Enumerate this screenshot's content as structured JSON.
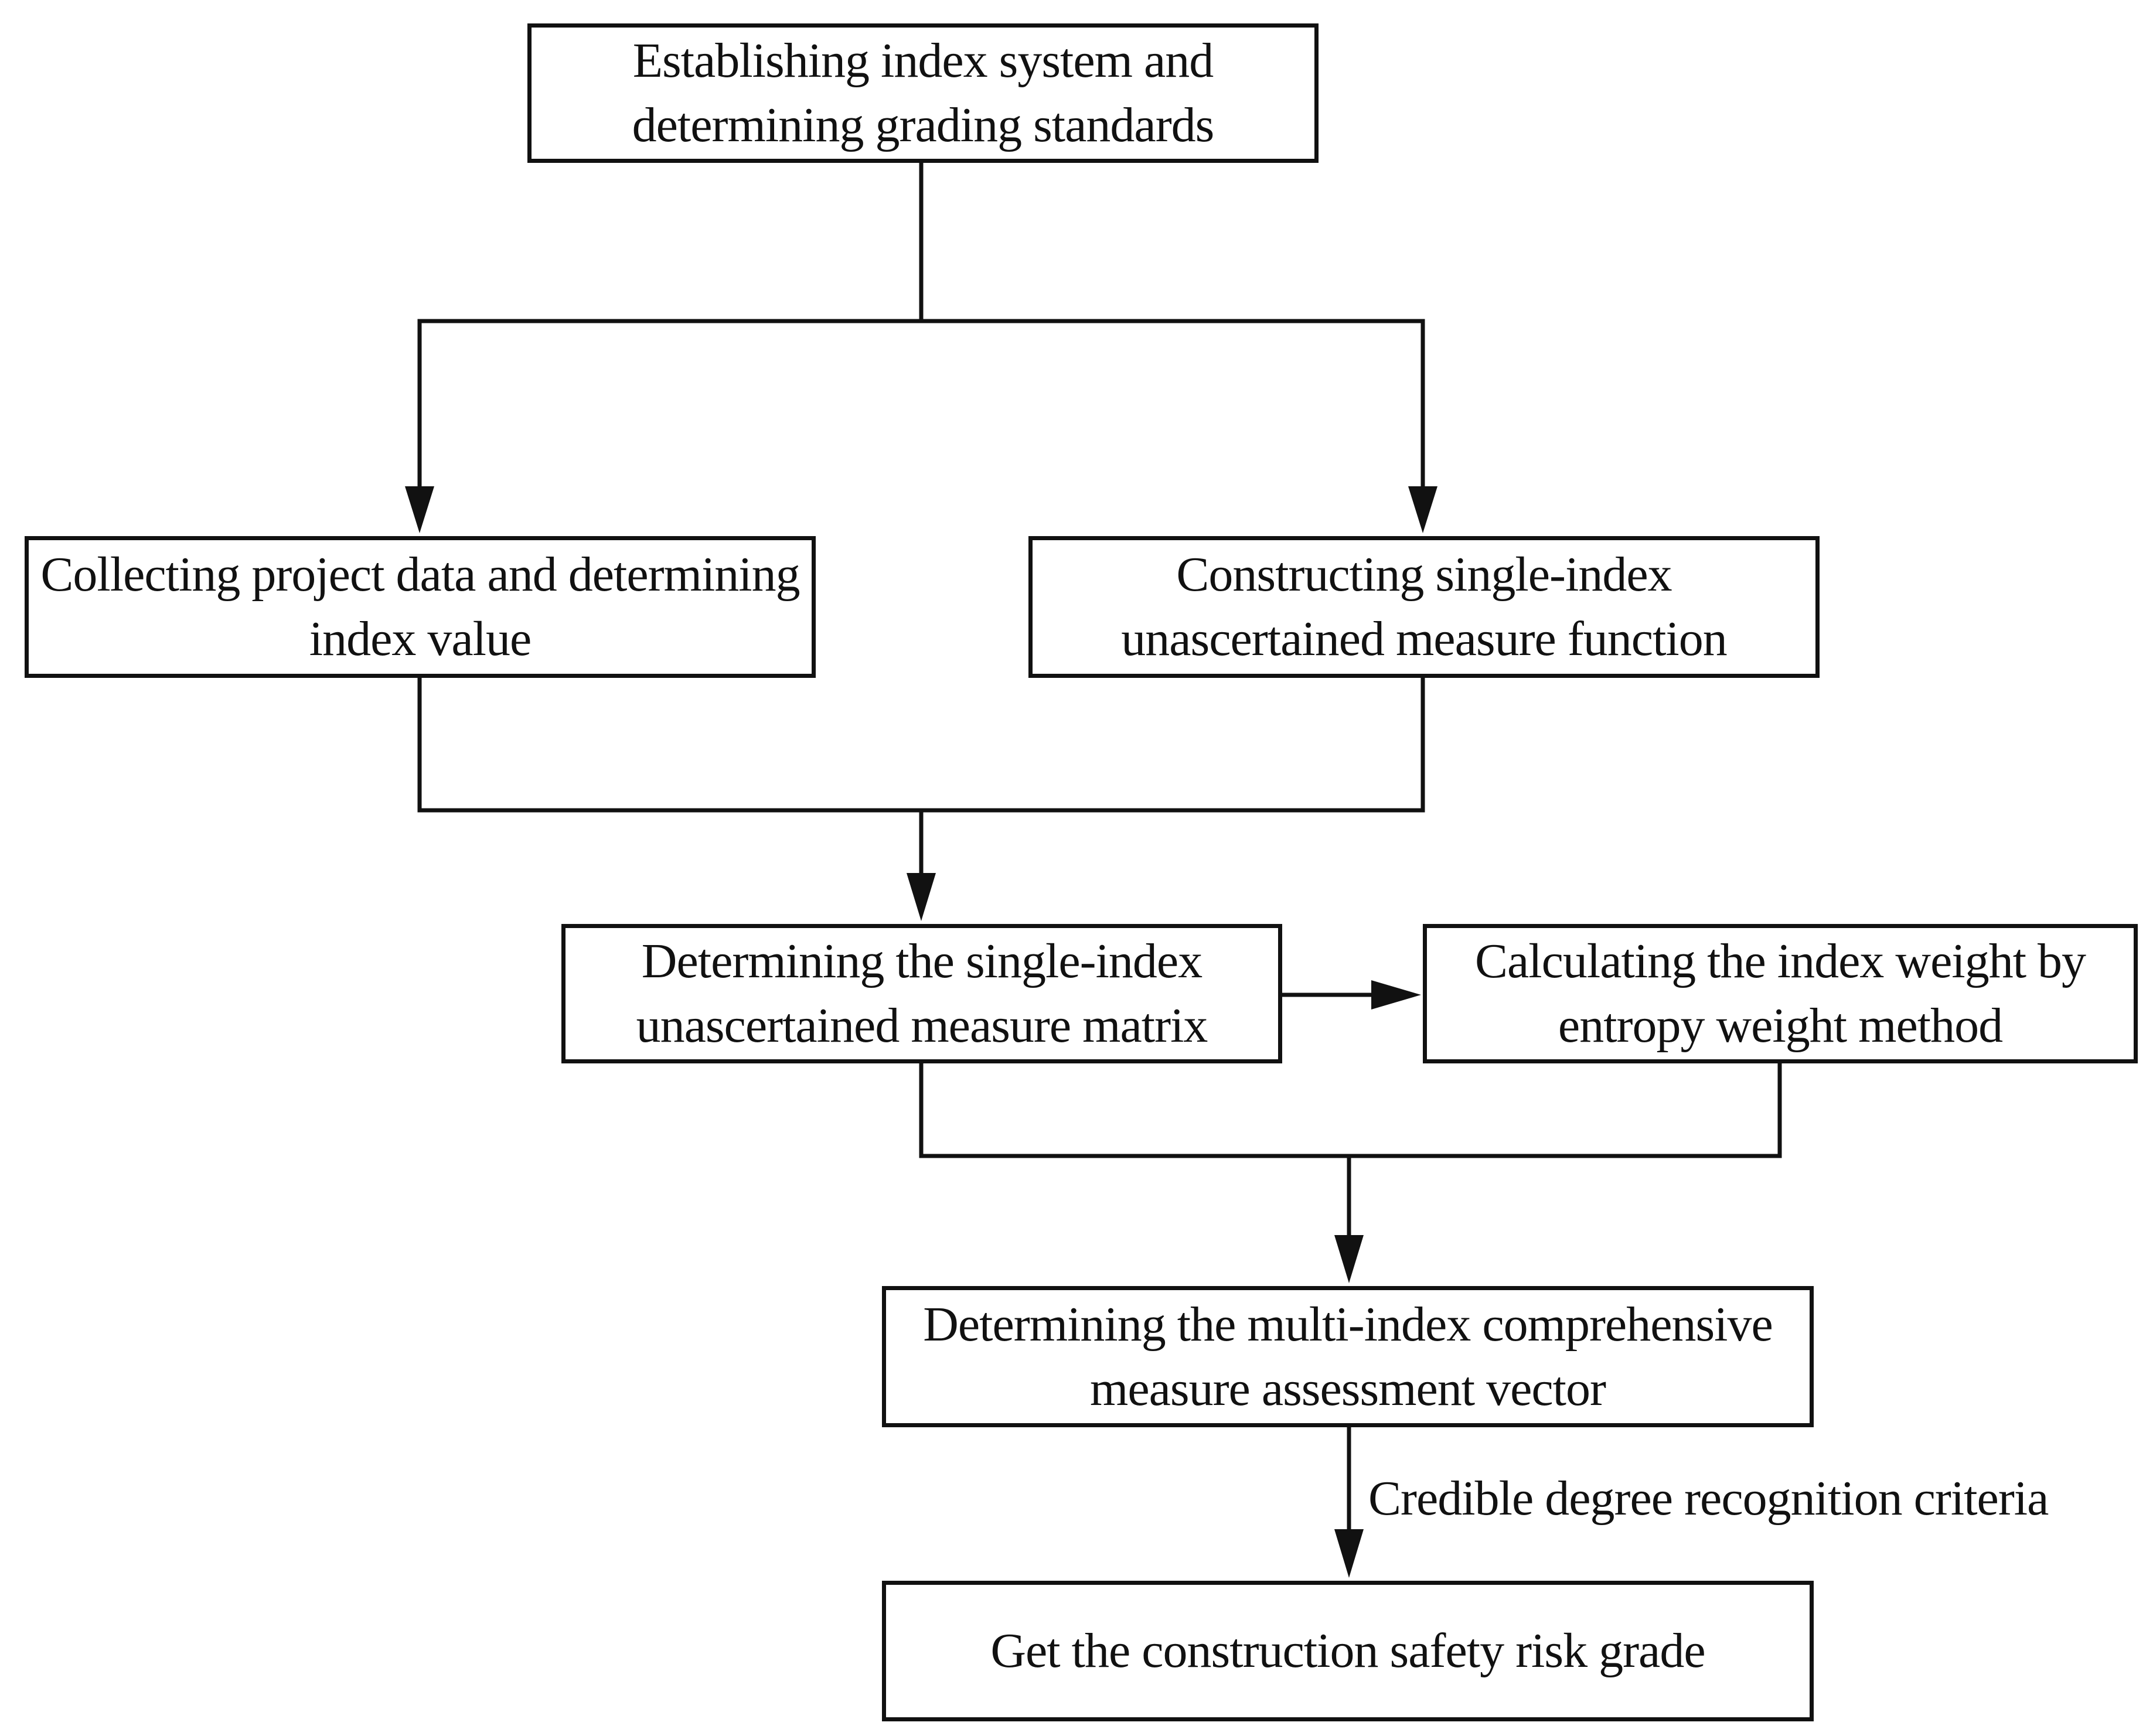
{
  "nodes": {
    "establish": "Establishing index system and determining grading standards",
    "collect": "Collecting project data and determining index value",
    "construct": "Constructing single-index unascertained measure function",
    "matrix": "Determining the single-index unascertained measure matrix",
    "entropy": "Calculating the index weight by entropy weight method",
    "vector": "Determining the multi-index comprehensive measure assessment vector",
    "grade": "Get the construction safety risk grade"
  },
  "edge_labels": {
    "credible": "Credible degree recognition criteria"
  },
  "colors": {
    "line": "#111111",
    "box_fill": "#ffffff",
    "text": "#111111"
  }
}
